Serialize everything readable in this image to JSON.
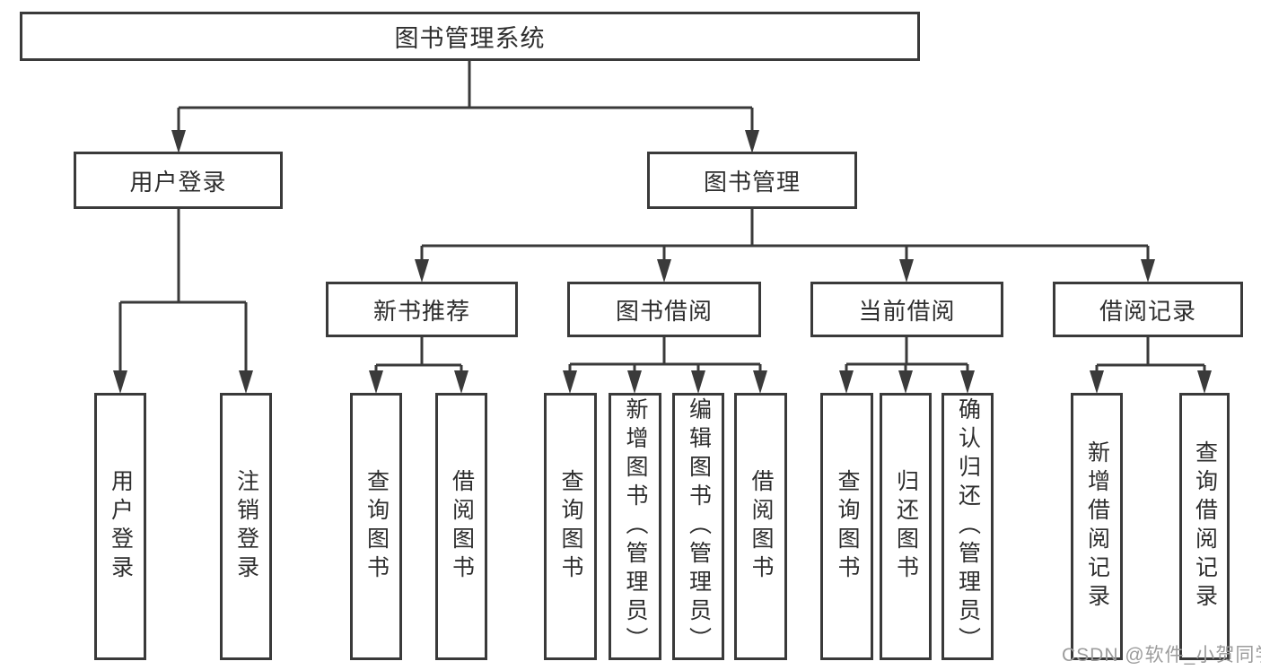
{
  "tree": {
    "label": "图书管理系统",
    "children": [
      {
        "label": "用户登录",
        "children": [
          {
            "label": "用户登录"
          },
          {
            "label": "注销登录"
          }
        ]
      },
      {
        "label": "图书管理",
        "children": [
          {
            "label": "新书推荐",
            "children": [
              {
                "label": "查询图书"
              },
              {
                "label": "借阅图书"
              }
            ]
          },
          {
            "label": "图书借阅",
            "children": [
              {
                "label": "查询图书"
              },
              {
                "label": "新增图书（管理员）"
              },
              {
                "label": "编辑图书（管理员）"
              },
              {
                "label": "借阅图书"
              }
            ]
          },
          {
            "label": "当前借阅",
            "children": [
              {
                "label": "查询图书"
              },
              {
                "label": "归还图书"
              },
              {
                "label": "确认归还（管理员）"
              }
            ]
          },
          {
            "label": "借阅记录",
            "children": [
              {
                "label": "新增借阅记录"
              },
              {
                "label": "查询借阅记录"
              }
            ]
          }
        ]
      }
    ]
  },
  "watermark": {
    "text": "CSDN @软件_小贺同学",
    "color": "#9c9c9c"
  },
  "colors": {
    "line": "#3a3a3a",
    "box_border": "#3a3a3a",
    "box_fill": "#ffffff",
    "text": "#2e2e2e",
    "background": "#ffffff"
  }
}
